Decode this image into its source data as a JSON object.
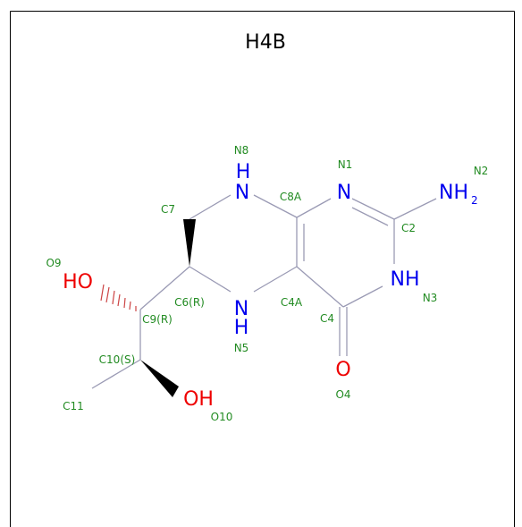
{
  "title": "H4B",
  "colors": {
    "bond": "#9a9ab4",
    "bond_dark": "#555570",
    "nitrogen": "#0000ee",
    "oxygen": "#ee0000",
    "label": "#228b22",
    "frame": "#000000"
  },
  "atom_symbols": {
    "n8": "N",
    "n8_h": "H",
    "n1": "N",
    "n2": "NH",
    "n2_sub": "2",
    "n3": "NH",
    "n5": "N",
    "n5_h": "H",
    "o4": "O",
    "o9": "HO",
    "o10": "OH"
  },
  "atom_labels": {
    "n8": "N8",
    "n1": "N1",
    "n2": "N2",
    "c7": "C7",
    "c8a": "C8A",
    "c2": "C2",
    "o9": "O9",
    "c6": "C6(R)",
    "c9": "C9(R)",
    "c4a": "C4A",
    "n3": "N3",
    "c4": "C4",
    "n5": "N5",
    "c10": "C10(S)",
    "o4": "O4",
    "c11": "C11",
    "o10": "O10"
  }
}
